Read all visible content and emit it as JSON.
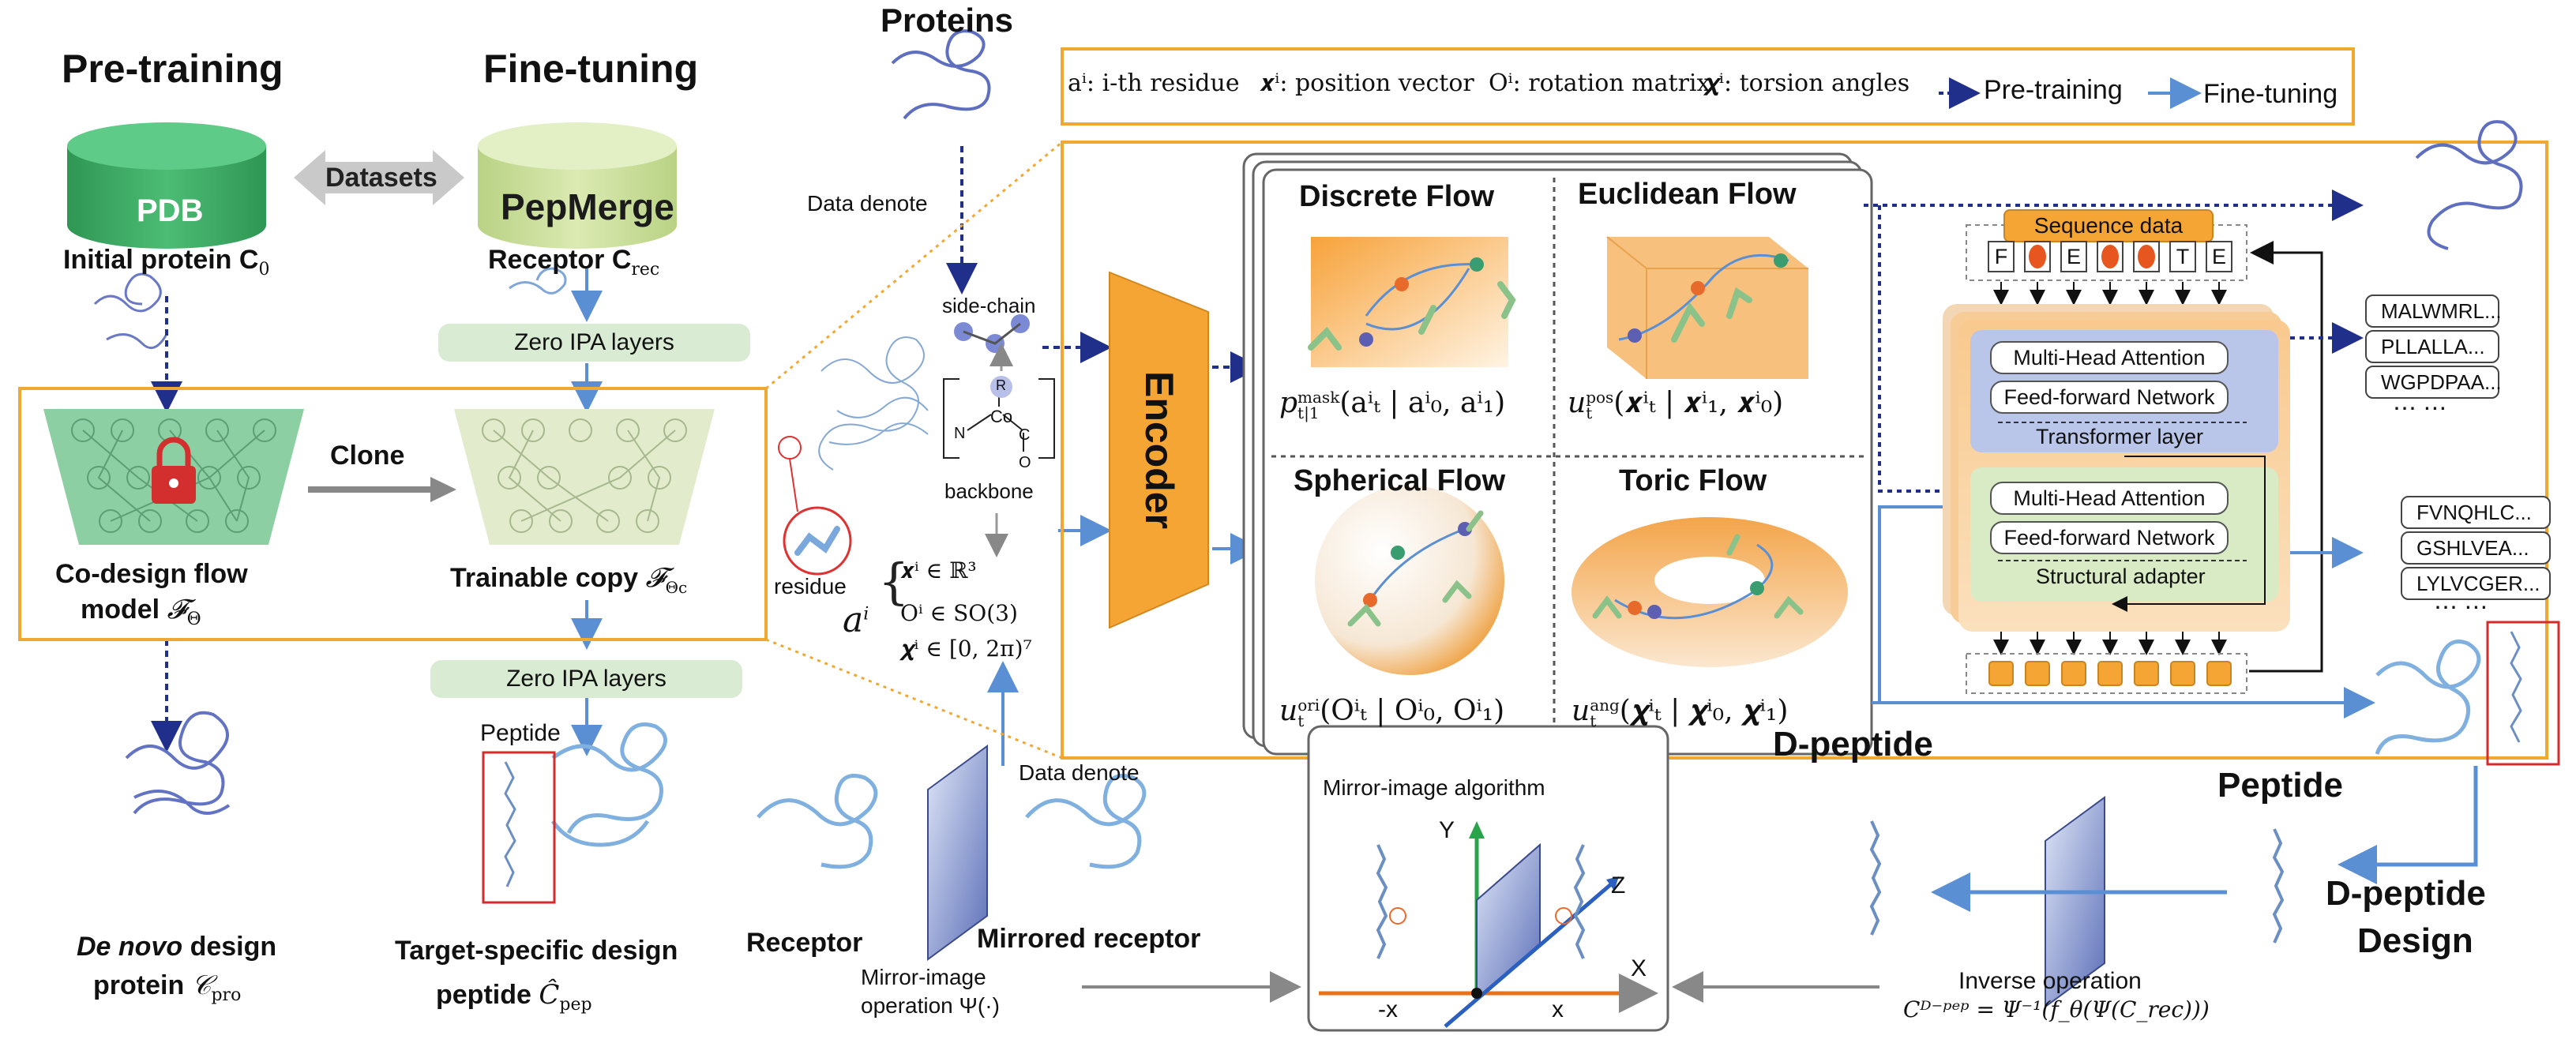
{
  "colors": {
    "orange": "#f4a534",
    "orange_border": "#f0a830",
    "blue_arrow": "#5b8fd4",
    "dark_blue": "#1f2f8a",
    "pdb_green": "#3aa060",
    "pepmerge_green": "#c6dd95",
    "red": "#d62b2b"
  },
  "left": {
    "pretraining_title": "Pre-training",
    "finetuning_title": "Fine-tuning",
    "pdb_label": "PDB",
    "pepmerge_label": "PepMerge",
    "datasets_label": "Datasets",
    "initial_protein": "Initial protein C",
    "initial_protein_sub": "0",
    "receptor": "Receptor C",
    "receptor_sub": "rec",
    "zero_ipa_top": "Zero IPA layers",
    "zero_ipa_bottom": "Zero IPA layers",
    "clone_label": "Clone",
    "codesign_line1": "Co-design flow",
    "codesign_line2": "model ",
    "codesign_sym": "𝓕",
    "codesign_sub": "Θ",
    "trainable": "Trainable copy ",
    "trainable_sym": "𝓕",
    "trainable_sub": "Θc",
    "peptide_label": "Peptide",
    "denovo_italic": "De novo",
    "denovo_rest": " design",
    "denovo_line2": "protein ",
    "denovo_sym": "𝒞",
    "denovo_sub": "pro",
    "target_line1": "Target-specific design",
    "target_line2": "peptide ",
    "target_sym": "Ĉ",
    "target_sub": "pep"
  },
  "middle": {
    "proteins_title": "Proteins",
    "data_denote_top": "Data denote",
    "side_chain": "side-chain",
    "backbone": "backbone",
    "residue": "residue",
    "r_label": "R",
    "co_label": "Co",
    "n_label": "N",
    "c_label": "C",
    "o_label": "O",
    "ai": "a",
    "ai_sup": "i",
    "set_x": "𝒙ⁱ ∈ ℝ³",
    "set_o": "Oⁱ ∈ SO(3)",
    "set_chi": "𝝌ⁱ ∈ [0, 2π)⁷",
    "encoder": "Encoder",
    "data_denote_bottom": "Data denote"
  },
  "legend": {
    "a_text": "aⁱ: i-th residue",
    "x_text": "𝒙ⁱ: position vector",
    "o_text": "Oⁱ: rotation matrix",
    "chi_text": "𝝌ⁱ: torsion angles",
    "pretraining": "Pre-training",
    "finetuning": "Fine-tuning"
  },
  "flows": {
    "discrete_title": "Discrete Flow",
    "discrete_formula": "p",
    "discrete_sup": "mask",
    "discrete_sub": "t|1",
    "discrete_args": "(aⁱₜ | aⁱ₀, aⁱ₁)",
    "euclid_title": "Euclidean Flow",
    "euclid_formula": "u",
    "euclid_sup": "pos",
    "euclid_sub": "t",
    "euclid_args": "(𝒙ⁱₜ | 𝒙ⁱ₁, 𝒙ⁱ₀)",
    "spherical_title": "Spherical Flow",
    "spherical_formula": "u",
    "spherical_sup": "ori",
    "spherical_sub": "t",
    "spherical_args": "(Oⁱₜ | Oⁱ₀, Oⁱ₁)",
    "toric_title": "Toric  Flow",
    "toric_formula": "u",
    "toric_sup": "ang",
    "toric_sub": "t",
    "toric_args": "(𝝌ⁱₜ | 𝝌ⁱ₀, 𝝌ⁱ₁)"
  },
  "model": {
    "sequence_data": "Sequence data",
    "tokens": [
      "F",
      "",
      "E",
      "",
      "",
      "T",
      "E"
    ],
    "mha_top": "Multi-Head Attention",
    "ffn_top": "Feed-forward Network",
    "transformer_layer": "Transformer layer",
    "mha_bottom": "Multi-Head Attention",
    "ffn_bottom": "Feed-forward Network",
    "structural_adapter": "Structural adapter"
  },
  "outputs": {
    "seqs_top": [
      "MALWMRL...",
      "PLLALLA...",
      "WGPDPAA..."
    ],
    "seqs_bottom": [
      "FVNQHLC...",
      "GSHLVEA...",
      "LYLVCGER..."
    ],
    "dots": "⋯ ⋯"
  },
  "bottom": {
    "receptor": "Receptor",
    "mirrored_receptor": "Mirrored receptor",
    "mirror_op_line1": "Mirror-image",
    "mirror_op_line2": "operation Ψ(·)",
    "mirror_algo_title": "Mirror-image algorithm",
    "axis_y": "Y",
    "axis_z": "Z",
    "axis_x": "X",
    "neg_x": "-x",
    "pos_x": "x",
    "d_peptide": "D-peptide",
    "peptide": "Peptide",
    "d_peptide_design_line1": "D-peptide",
    "d_peptide_design_line2": "Design",
    "inverse_op": "Inverse operation",
    "inverse_formula": "Cᴰ⁻ᵖᵉᵖ = Ψ⁻¹(f_θ(Ψ(C_rec)))"
  }
}
